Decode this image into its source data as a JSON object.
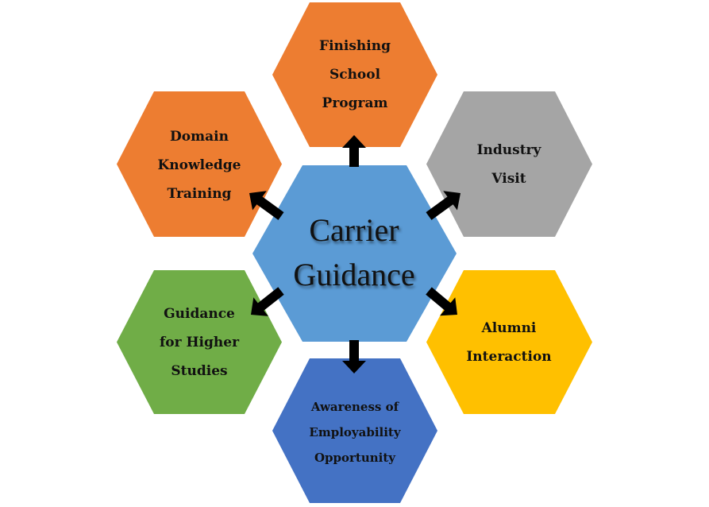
{
  "center": {
    "line1": "Carrier",
    "line2": "Guidance",
    "color": "#5B9BD5"
  },
  "nodes": [
    {
      "id": "finishing",
      "lines": [
        "Finishing",
        "School",
        "Program"
      ],
      "color": "#ED7D31"
    },
    {
      "id": "industry",
      "lines": [
        "Industry",
        "Visit"
      ],
      "color": "#A5A5A5"
    },
    {
      "id": "alumni",
      "lines": [
        "Alumni",
        "Interaction"
      ],
      "color": "#FFC000"
    },
    {
      "id": "awareness",
      "lines": [
        "Awareness of",
        "Employability",
        "Opportunity"
      ],
      "color": "#4472C4"
    },
    {
      "id": "higher",
      "lines": [
        "Guidance",
        "for Higher",
        "Studies"
      ],
      "color": "#70AD47"
    },
    {
      "id": "domain",
      "lines": [
        "Domain",
        "Knowledge",
        "Training"
      ],
      "color": "#ED7D31"
    }
  ],
  "arrow_color": "#000000"
}
